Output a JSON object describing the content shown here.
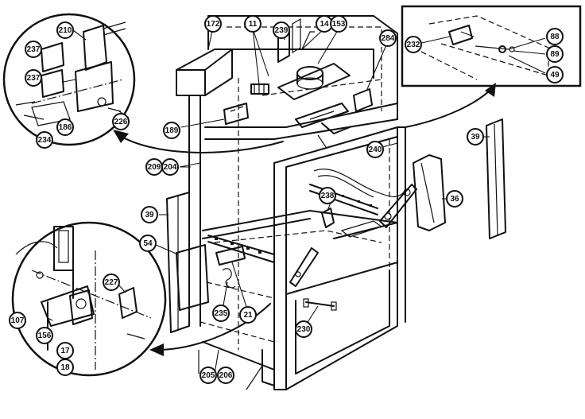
{
  "diagram": {
    "callouts": [
      {
        "id": "c172",
        "label": "172"
      },
      {
        "id": "c11",
        "label": "11"
      },
      {
        "id": "c239",
        "label": "239"
      },
      {
        "id": "c14",
        "label": "14"
      },
      {
        "id": "c153",
        "label": "153"
      },
      {
        "id": "c284",
        "label": "284"
      },
      {
        "id": "c210",
        "label": "210"
      },
      {
        "id": "c237a",
        "label": "237"
      },
      {
        "id": "c237b",
        "label": "237"
      },
      {
        "id": "c186",
        "label": "186"
      },
      {
        "id": "c226",
        "label": "226"
      },
      {
        "id": "c234",
        "label": "234"
      },
      {
        "id": "c189",
        "label": "189"
      },
      {
        "id": "c209",
        "label": "209"
      },
      {
        "id": "c204",
        "label": "204"
      },
      {
        "id": "c232",
        "label": "232"
      },
      {
        "id": "c88",
        "label": "88"
      },
      {
        "id": "c89",
        "label": "89"
      },
      {
        "id": "c49",
        "label": "49"
      },
      {
        "id": "c39r",
        "label": "39"
      },
      {
        "id": "c240",
        "label": "240"
      },
      {
        "id": "c36",
        "label": "36"
      },
      {
        "id": "c238",
        "label": "238"
      },
      {
        "id": "c39l",
        "label": "39"
      },
      {
        "id": "c54",
        "label": "54"
      },
      {
        "id": "c235",
        "label": "235"
      },
      {
        "id": "c21",
        "label": "21"
      },
      {
        "id": "c227",
        "label": "227"
      },
      {
        "id": "c107",
        "label": "107"
      },
      {
        "id": "c156",
        "label": "156"
      },
      {
        "id": "c17",
        "label": "17"
      },
      {
        "id": "c18",
        "label": "18"
      },
      {
        "id": "c230",
        "label": "230"
      },
      {
        "id": "c205",
        "label": "205"
      },
      {
        "id": "c206",
        "label": "206"
      }
    ]
  }
}
